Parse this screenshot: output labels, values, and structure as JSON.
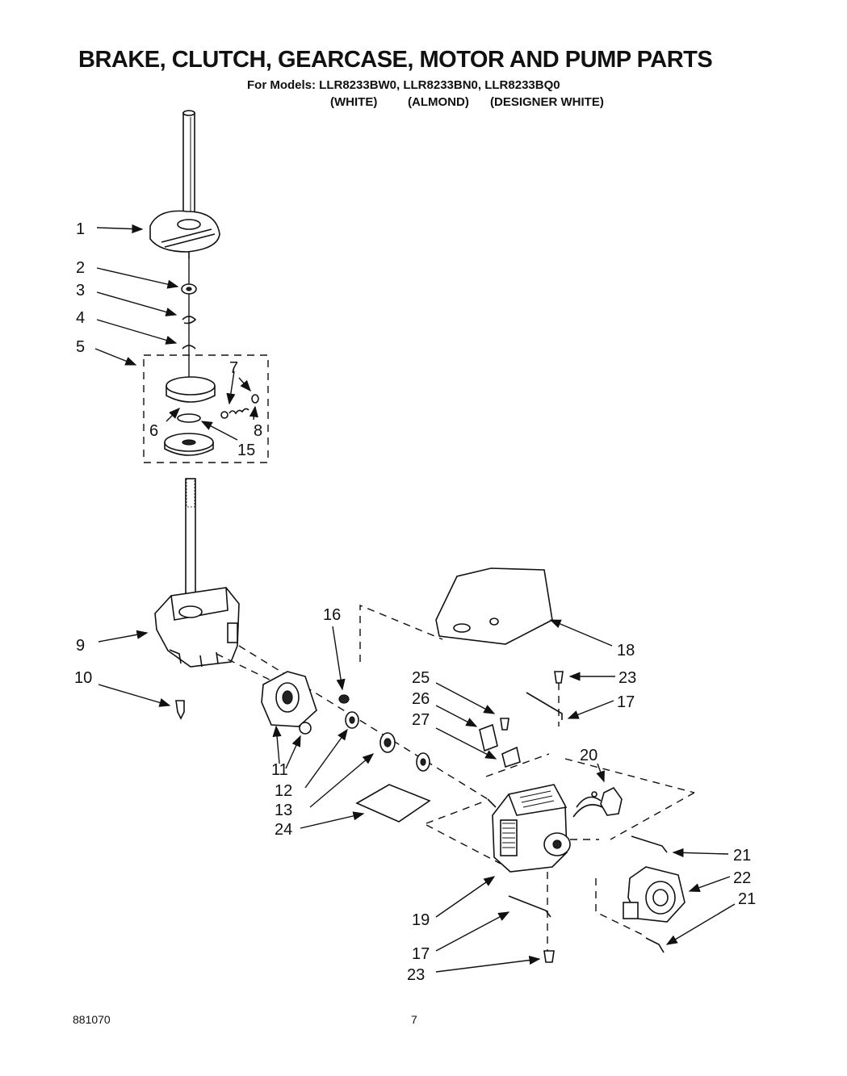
{
  "header": {
    "title": "BRAKE, CLUTCH, GEARCASE, MOTOR AND PUMP PARTS",
    "models_line": "For Models: LLR8233BW0, LLR8233BN0, LLR8233BQ0",
    "colors": [
      "(WHITE)",
      "(ALMOND)",
      "(DESIGNER WHITE)"
    ]
  },
  "callouts": [
    "1",
    "2",
    "3",
    "4",
    "5",
    "6",
    "7",
    "8",
    "15",
    "9",
    "10",
    "16",
    "18",
    "23",
    "25",
    "26",
    "27",
    "17",
    "20",
    "11",
    "12",
    "13",
    "24",
    "21",
    "22",
    "21",
    "19",
    "17",
    "23"
  ],
  "footer": {
    "code": "881070",
    "page": "7"
  }
}
